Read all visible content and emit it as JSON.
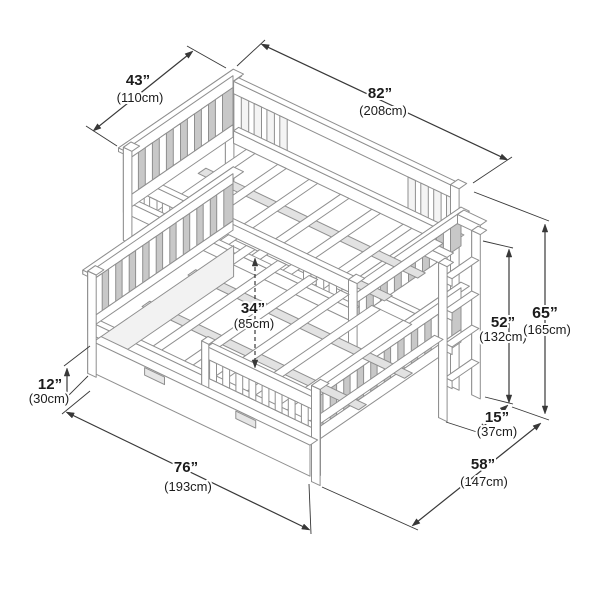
{
  "diagram": {
    "type": "product-dimension-diagram",
    "subject": "bunk bed with trundle and ladder",
    "colors": {
      "background": "#ffffff",
      "drawing_line": "#8f8f8f",
      "dimension_line": "#383838",
      "label_text": "#1c1c1c",
      "panel_shade": "#c8c8c8"
    },
    "dims": [
      {
        "name": "top-bunk-width",
        "in": "43”",
        "cm": "(110cm)"
      },
      {
        "name": "top-length",
        "in": "82”",
        "cm": "(208cm)"
      },
      {
        "name": "bunk-clearance",
        "in": "34”",
        "cm": "(85cm)"
      },
      {
        "name": "ladder-height",
        "in": "52”",
        "cm": "(132cm)"
      },
      {
        "name": "overall-height",
        "in": "65”",
        "cm": "(165cm)"
      },
      {
        "name": "ladder-depth",
        "in": "15”",
        "cm": "(37cm)"
      },
      {
        "name": "trundle-height",
        "in": "12”",
        "cm": "(30cm)"
      },
      {
        "name": "bottom-length",
        "in": "76”",
        "cm": "(193cm)"
      },
      {
        "name": "overall-depth",
        "in": "58”",
        "cm": "(147cm)"
      }
    ]
  }
}
